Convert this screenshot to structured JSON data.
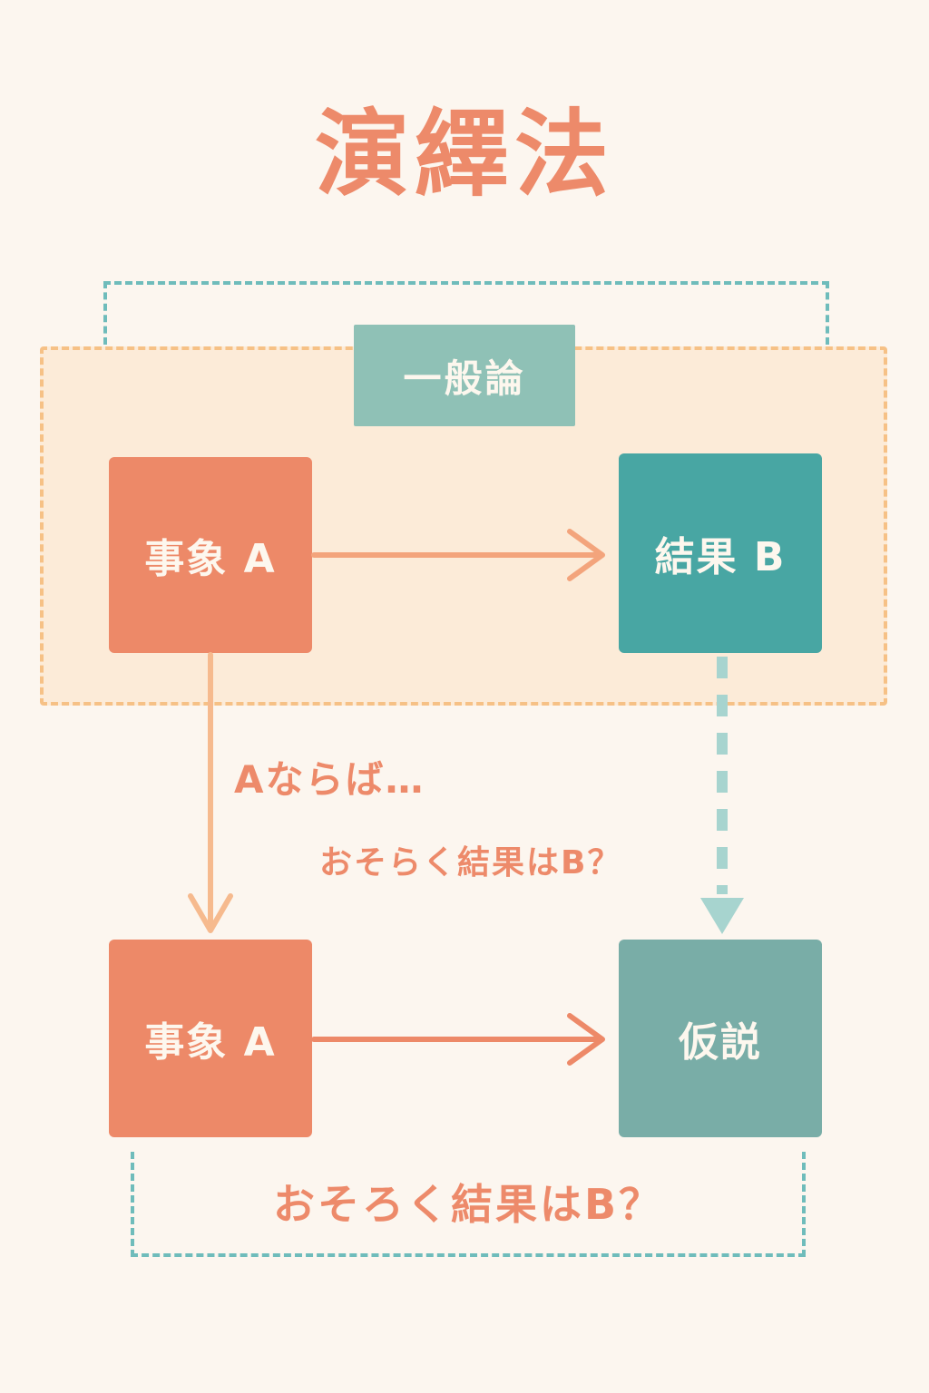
{
  "title": "演繹法",
  "general_label": "一般論",
  "boxes": {
    "event_top": "事象 A",
    "result_top": "結果 B",
    "event_bottom": "事象 A",
    "hypothesis": "仮説"
  },
  "annotations": {
    "if_a": "Aならば…",
    "probably_mid": "おそらく結果はB？",
    "probably_bottom": "おそろく結果はB？"
  },
  "colors": {
    "coral": "#ed8968",
    "teal": "#48a6a3",
    "muted_teal": "#79ada7",
    "label_teal": "#8fc1b6",
    "dash_teal": "#6fbcbb",
    "orange_dash": "#f6c186",
    "peach_bg": "#fcebd8",
    "arrow_orange": "#f3a47c"
  }
}
